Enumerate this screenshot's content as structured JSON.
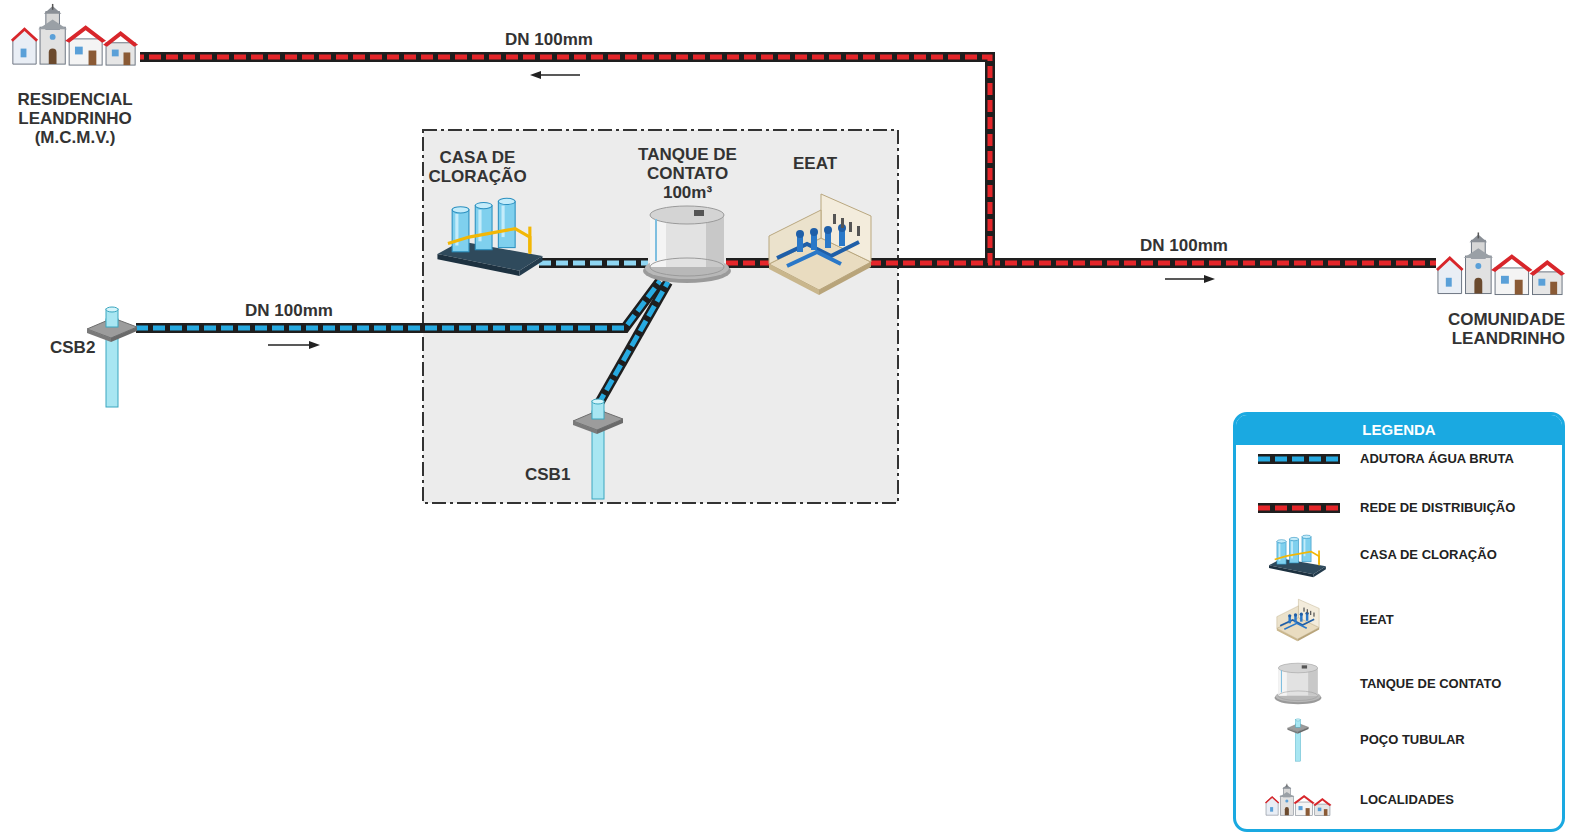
{
  "diagram": {
    "nodes": [
      {
        "text": [
          "RESIDENCIAL LEANDRINHO (M.C.M.V.)"
        ]
      },
      {
        "text": [
          "CASA DE CLORAÇÃO"
        ]
      },
      {
        "text": [
          "TANQUE DE CONTATO 100m³"
        ]
      },
      {
        "text": [
          "EEAT"
        ]
      },
      {
        "text": [
          "CSB2"
        ]
      },
      {
        "text": [
          "CSB1"
        ]
      },
      {
        "text": [
          "COMUNIDADE LEANDRINHO"
        ]
      }
    ],
    "edges": [
      {
        "from": 4,
        "to": 2,
        "arrow": "to",
        "label": "DN 100mm"
      },
      {
        "from": 5,
        "to": 2,
        "arrow": "none"
      },
      {
        "from": 1,
        "to": 2,
        "arrow": "none"
      },
      {
        "from": 2,
        "to": 3,
        "arrow": "none"
      },
      {
        "from": 3,
        "to": 6,
        "arrow": "to",
        "label": "DN 100mm"
      },
      {
        "from": 3,
        "to": 0,
        "arrow": "to",
        "label": "DN 100mm"
      }
    ],
    "labels": [
      "LEGENDA"
    ],
    "legend": [
      {
        "text": "ADUTORA ÁGUA BRUTA"
      },
      {
        "text": "REDE DE DISTRIBUIÇÃO"
      },
      {
        "text": "CASA DE CLORAÇÃO"
      },
      {
        "text": "EEAT"
      },
      {
        "text": "TANQUE DE CONTATO"
      },
      {
        "text": "POÇO TUBULAR"
      },
      {
        "text": "LOCALIDADES"
      }
    ]
  }
}
